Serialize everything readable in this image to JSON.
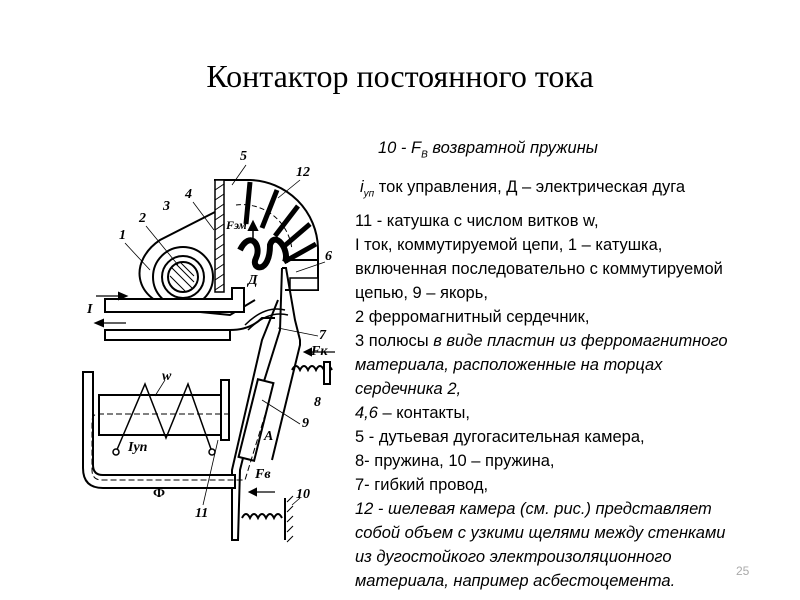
{
  "title": "Контактор постоянного тока",
  "legend": {
    "line_fv_num": "10 - ",
    "line_fv_sym": "F",
    "line_fv_sub": "В",
    "line_fv_text": " возвратной пружины",
    "line_iup_sym": "i",
    "line_iup_sub": "уп",
    "line_iup_text": " ток управления, Д – электрическая дуга",
    "lines": [
      "11 - катушка с числом витков w,",
      "I ток, коммутируемой цепи, 1 – катушка,",
      "включенная последовательно с коммутируемой",
      "цепью, 9 – якорь,",
      "2 ферромагнитный сердечник,"
    ],
    "poles_prefix": "3 полюсы",
    "poles_rest": " в виде пластин из ферромагнитного",
    "poles_line2": "материала, расположенные на торцах",
    "poles_line3": "сердечника 2,",
    "contacts_num": "4,6",
    "contacts_text": " – контакты,",
    "lines2": [
      "5 - дутьевая дугогасительная камера,",
      "8- пружина, 10 – пружина,",
      "7- гибкий провод,"
    ],
    "italic_lines": [
      "12 - шелевая камера (см. рис.) представляет",
      "собой объем с узкими щелями между стенками",
      "из дугостойкого электроизоляционного",
      "материала, например асбестоцемента."
    ]
  },
  "diagram_labels": {
    "n1": "1",
    "n2": "2",
    "n3": "3",
    "n4": "4",
    "n5": "5",
    "n6": "6",
    "n7": "7",
    "n8": "8",
    "n9": "9",
    "n10": "10",
    "n11": "11",
    "n12": "12",
    "I": "I",
    "w": "w",
    "Iup": "Iуп",
    "Phi": "Ф",
    "Fem": "Fэм",
    "D": "Д",
    "Fk": "Fк",
    "Fv": "Fв",
    "A": "A"
  },
  "page_number": "25"
}
